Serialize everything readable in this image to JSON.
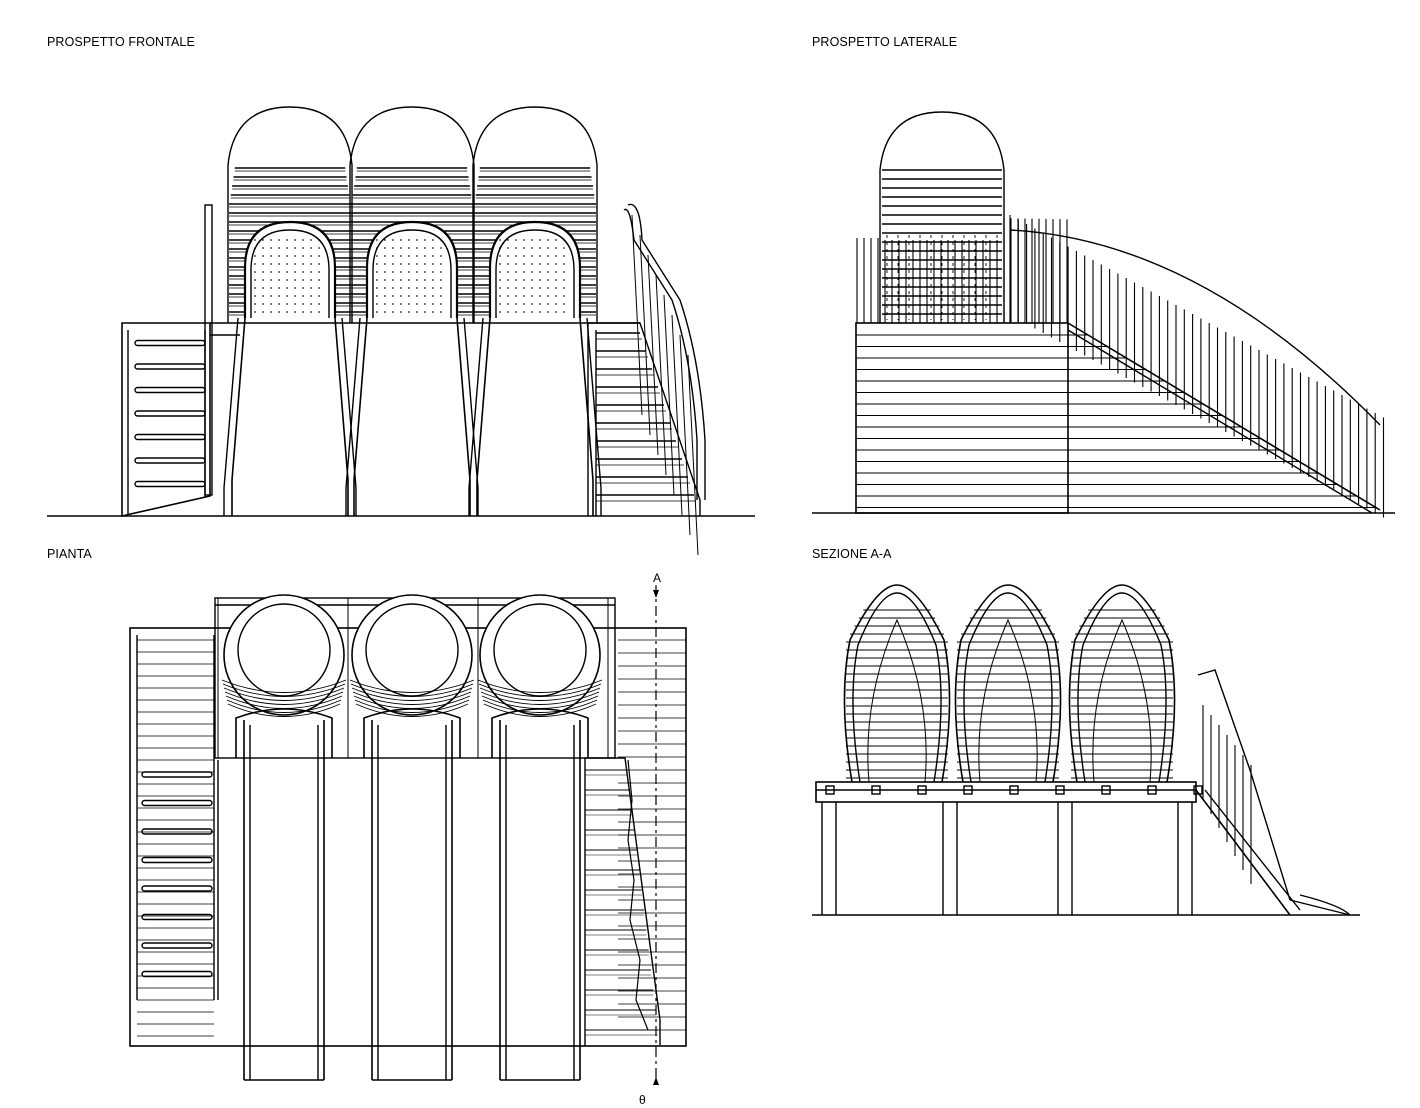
{
  "views": {
    "front": {
      "title": "PROSPETTO FRONTALE"
    },
    "side": {
      "title": "PROSPETTO LATERALE"
    },
    "plan": {
      "title": "PIANTA",
      "section_mark_top": "A",
      "section_mark_bottom": "θ"
    },
    "section": {
      "title": "SEZIONE A-A"
    }
  },
  "colors": {
    "ink": "#000000",
    "paper": "#ffffff"
  }
}
